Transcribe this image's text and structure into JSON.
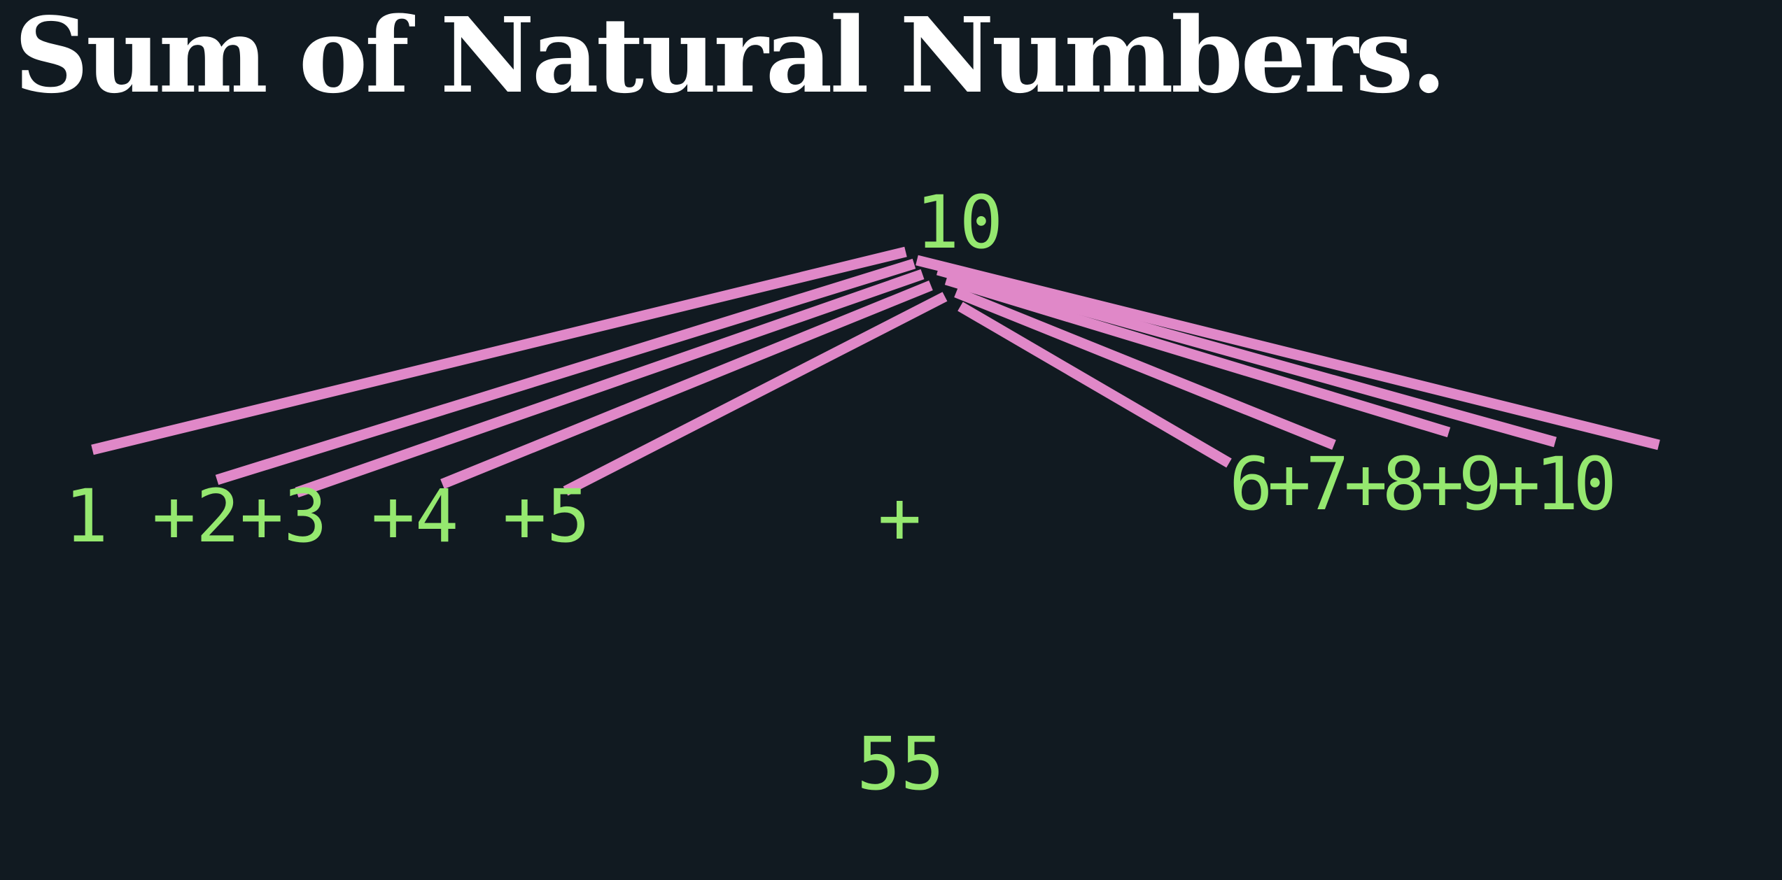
{
  "title": "Sum of Natural Numbers.",
  "n": "10",
  "left_expression": "1 +2+3 +4 +5",
  "operator": "+",
  "right_expression": "6+7+8+9+10",
  "result": "55",
  "colors": {
    "background": "#111a21",
    "title": "#ffffff",
    "numbers": "#95e86f",
    "connectors": "#e088c8"
  }
}
